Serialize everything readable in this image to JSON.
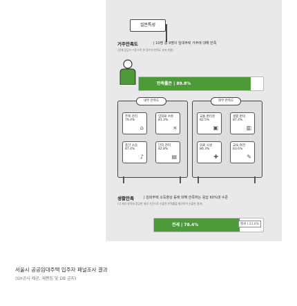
{
  "tag": {
    "label": "설문특성"
  },
  "sections": {
    "first": {
      "label": "거주만족도",
      "desc": "10명 중 9명이 임대주택 거주에 대해 만족",
      "sub": "(전체 응답자 기준으로 본 점수의 만족도 분포 현황)",
      "bar_value": "만족률은 | 89.8%",
      "bar_pct": 89.8
    },
    "second": {
      "label": "생활만족",
      "desc": "임대주택 소득향상 등에 대해 만족하는 응답 60%대 수준",
      "sub": "(각 세부 항목에 응답한 세대 기준으로 산출된 만족률을 평균하여 산출한 결과)",
      "bar_value": "전세 | 78.4%",
      "bar_pct": 78.4,
      "right_badge": "월세 | 21.6%"
    }
  },
  "window_left": {
    "tab": "내부 만족도",
    "cards": [
      {
        "title": "주택 관리",
        "value": "79.4%",
        "icon": "house-icon"
      },
      {
        "title": "임대료 수준",
        "value": "81.3%",
        "icon": "coin-icon"
      },
      {
        "title": "층간 소음",
        "value": "87.4%",
        "icon": "sound-icon"
      },
      {
        "title": "단지 관리",
        "value": "82.8%",
        "icon": "building-icon"
      }
    ]
  },
  "window_right": {
    "tab": "외부 만족도",
    "cards": [
      {
        "title": "교통 편리성",
        "value": "82.5%",
        "icon": "bus-icon"
      },
      {
        "title": "생활 편의",
        "value": "87.4%",
        "icon": "shop-icon"
      },
      {
        "title": "의료 시설",
        "value": "86.3%",
        "icon": "hospital-icon"
      },
      {
        "title": "교육 여건",
        "value": "83.6%",
        "icon": "school-icon"
      }
    ]
  },
  "caption": {
    "title": "서울시 공공임대주택 입주자 패널조사 결과",
    "source": "(SH공사 제공, 재편집 및 DB 금지)"
  }
}
